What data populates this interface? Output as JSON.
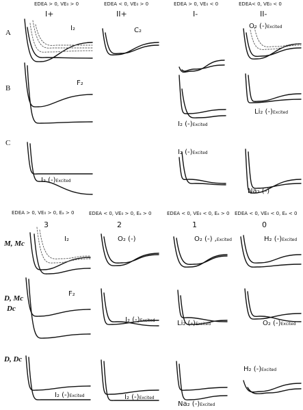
{
  "top_section": {
    "columns": [
      {
        "condition": "EDEA > 0, VE₀ > 0",
        "label": "I+"
      },
      {
        "condition": "EDEA < 0, VE₀ > 0",
        "label": "II+"
      },
      {
        "condition": "EDEA > 0, VE₀ < 0",
        "label": "I-"
      },
      {
        "condition": "EDEA< 0, VE₀ < 0",
        "label": "II-"
      }
    ],
    "rows": [
      "A",
      "B",
      "C"
    ],
    "panels": [
      {
        "name": "I₂",
        "suffix": ""
      },
      {
        "name": "C₂",
        "suffix": ""
      },
      {
        "name": "O₂ (-)",
        "suffix": "Excited"
      },
      {
        "name": "F₂",
        "suffix": ""
      },
      {
        "name": "I₂ (-)",
        "suffix": "Excited"
      },
      {
        "name": "Li₂ (-)",
        "suffix": "Excited"
      },
      {
        "name": "I₂ (-)",
        "suffix": "Excited"
      },
      {
        "name": "I₂ (-)",
        "suffix": "Excited"
      },
      {
        "name": "Na₂ (-)",
        "suffix": ""
      }
    ]
  },
  "bottom_section": {
    "columns": [
      {
        "condition": "EDEA > 0, VE₀ > 0, Eₐ > 0",
        "label": "3"
      },
      {
        "condition": "EDEA < 0, VE₀ > 0, Eₐ > 0",
        "label": "2"
      },
      {
        "condition": "EDEA < 0, VE₀ < 0, Eₐ > 0",
        "label": "1"
      },
      {
        "condition": "EDEA < 0, VE₀ < 0, Eₐ < 0",
        "label": "0"
      }
    ],
    "rows": [
      "M, Mc",
      "D, Mc",
      "Dc",
      "D, Dc"
    ],
    "panels": [
      {
        "name": "I₂",
        "suffix": ""
      },
      {
        "name": "O₂ (-)",
        "suffix": ""
      },
      {
        "name": "O₂ (-) ,",
        "suffix": "Excited"
      },
      {
        "name": "H₂ (-)",
        "suffix": "Excited"
      },
      {
        "name": "F₂",
        "suffix": ""
      },
      {
        "name": "I₂ (-)",
        "suffix": "Excited"
      },
      {
        "name": "Li₂ (-)",
        "suffix": "Excited"
      },
      {
        "name": "O₂ (-)",
        "suffix": "Excited"
      },
      {
        "name": "I₂ (-)",
        "suffix": "Excited"
      },
      {
        "name": "I₂ (-)",
        "suffix": "Excited"
      },
      {
        "name": "Na₂ (-)",
        "suffix": "Excited"
      },
      {
        "name": "H₂ (-)",
        "suffix": "Excited"
      }
    ]
  },
  "colors": {
    "line": "#111111",
    "dashed": "#555555",
    "background": "#ffffff"
  }
}
